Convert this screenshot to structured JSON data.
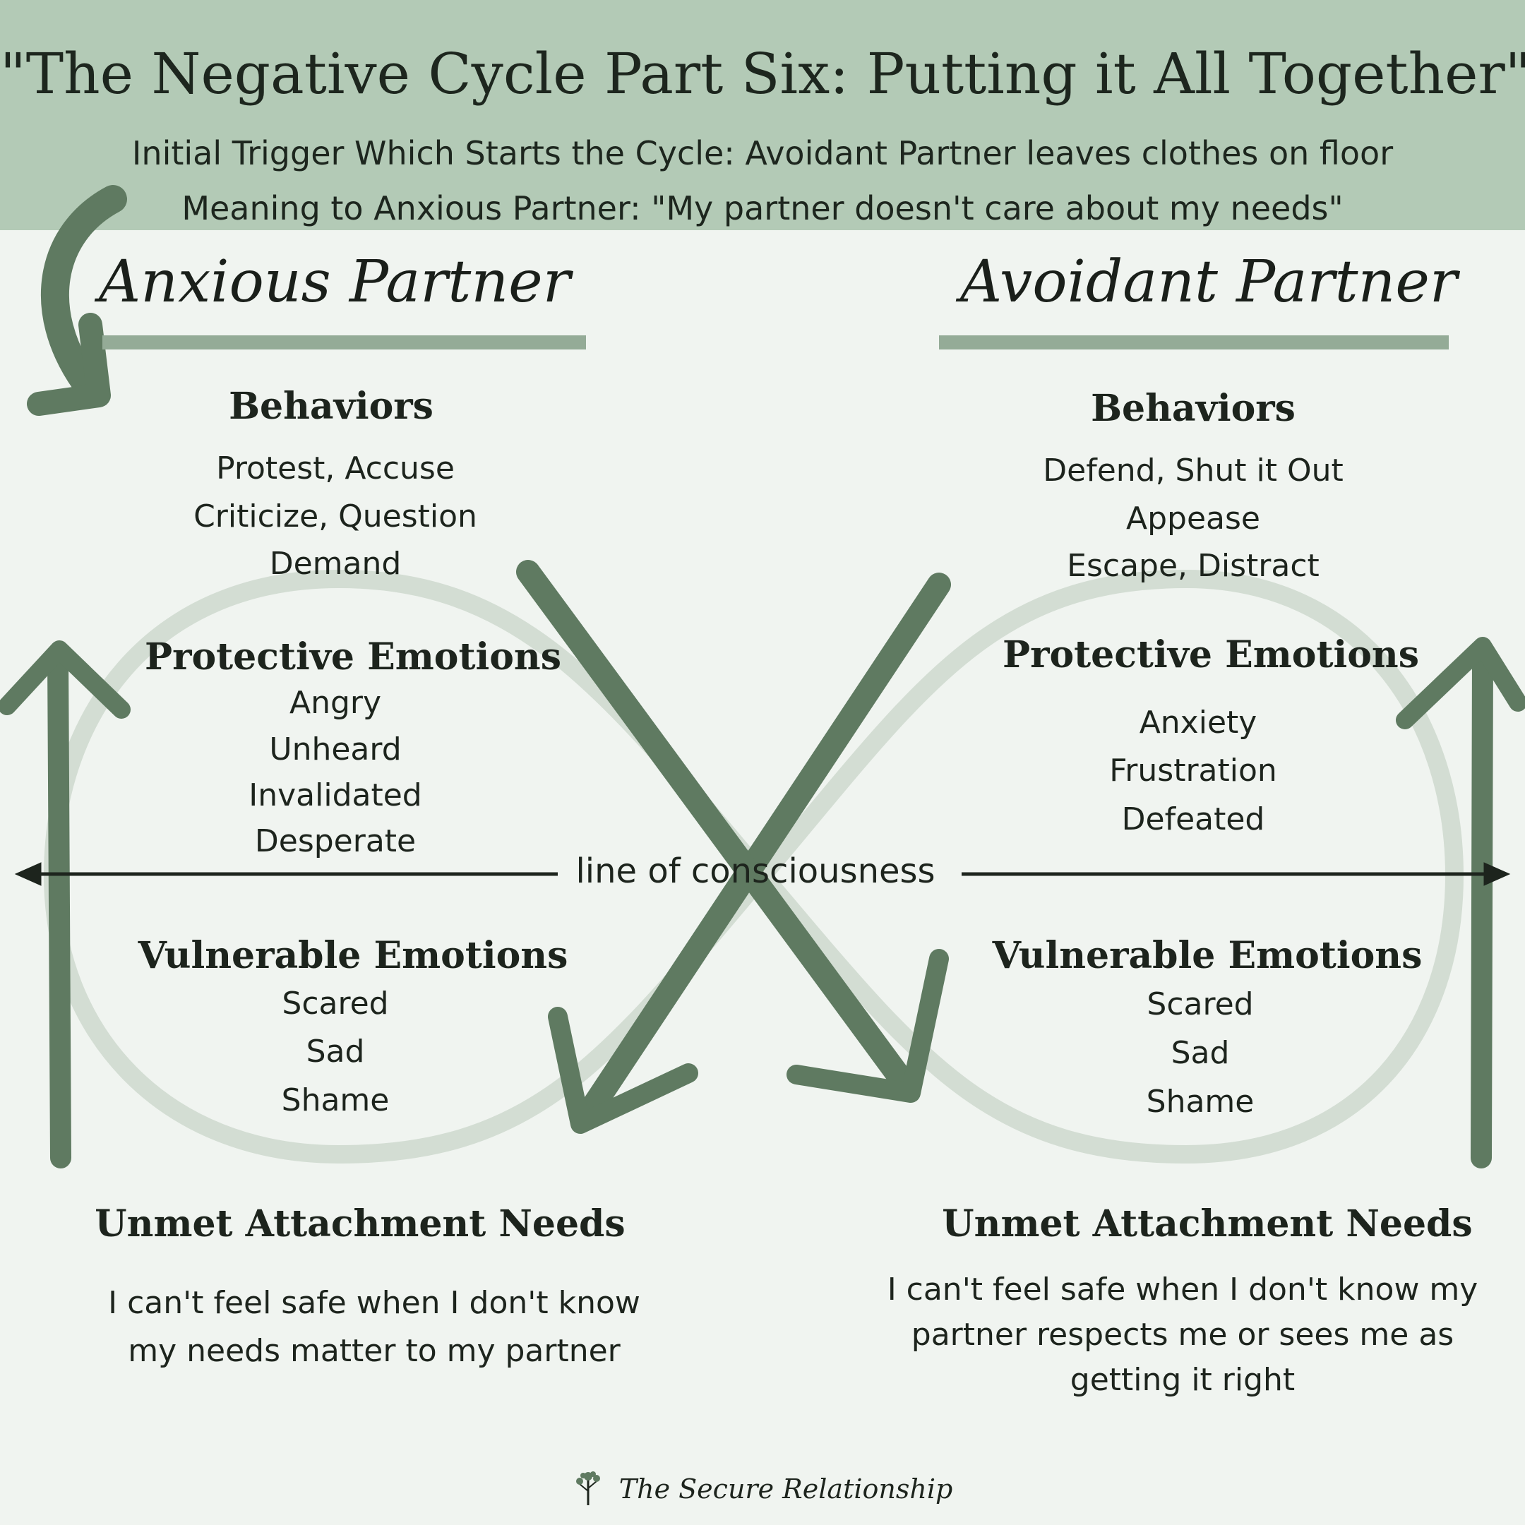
{
  "title": "\"The Negative Cycle Part Six: Putting it All Together\"",
  "trigger": "Initial Trigger Which Starts the Cycle: Avoidant Partner leaves clothes on floor",
  "meaning": "Meaning to Anxious Partner: \"My partner doesn't care about my needs\"",
  "line_of_consciousness": "line of consciousness",
  "anxious": {
    "heading": "Anxious Partner",
    "behaviors_title": "Behaviors",
    "behaviors": [
      "Protest, Accuse",
      "Criticize, Question",
      "Demand"
    ],
    "protective_title": "Protective Emotions",
    "protective": [
      "Angry",
      "Unheard",
      "Invalidated",
      "Desperate"
    ],
    "vulnerable_title": "Vulnerable Emotions",
    "vulnerable": [
      "Scared",
      "Sad",
      "Shame"
    ],
    "needs_title": "Unmet Attachment Needs",
    "needs_lines": [
      "I can't feel safe when I don't know",
      "my needs matter to my partner"
    ]
  },
  "avoidant": {
    "heading": "Avoidant Partner",
    "behaviors_title": "Behaviors",
    "behaviors": [
      "Defend, Shut it Out",
      "Appease",
      "Escape, Distract"
    ],
    "protective_title": "Protective Emotions",
    "protective": [
      "Anxiety",
      "Frustration",
      "Defeated"
    ],
    "vulnerable_title": "Vulnerable Emotions",
    "vulnerable": [
      "Scared",
      "Sad",
      "Shame"
    ],
    "needs_title": "Unmet Attachment Needs",
    "needs_lines": [
      "I can't feel safe when I don't know my",
      "partner respects me or sees me as",
      "getting it right"
    ]
  },
  "footer": "The Secure Relationship",
  "colors": {
    "header_bg": "#b3cab6",
    "page_bg": "#f0f4f0",
    "arrow": "#5f7a61",
    "infinity": "#d3ddd3",
    "underline": "#94ab97",
    "text": "#1d241d"
  },
  "icons": [
    "curved-arrow-icon",
    "infinity-loop-icon",
    "double-arrow-icon",
    "tree-icon"
  ]
}
